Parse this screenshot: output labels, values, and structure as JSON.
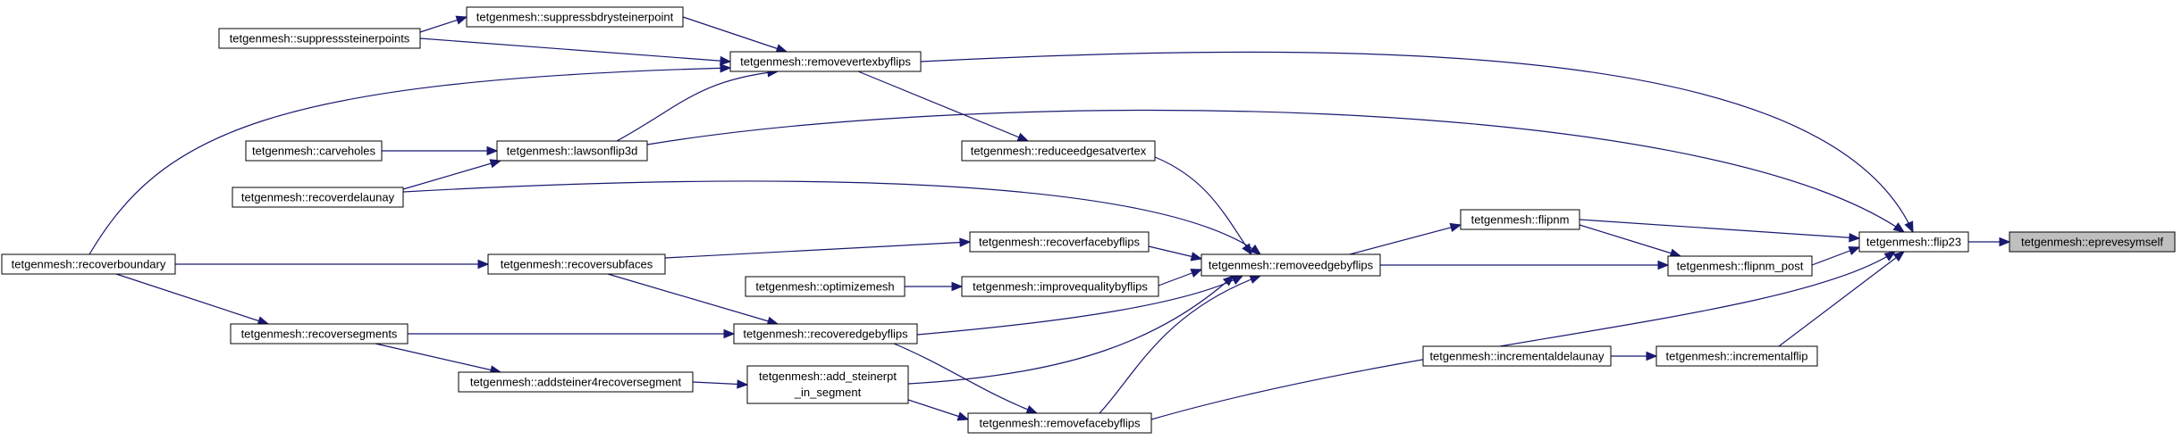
{
  "diagram": {
    "type": "call-graph",
    "colors": {
      "edge": "#191970",
      "root_fill": "#bfbfbf",
      "node_fill": "#ffffff",
      "node_border": "#000000"
    },
    "nodes": [
      {
        "id": "epreves",
        "label": "tetgenmesh::eprevesymself",
        "root": true
      },
      {
        "id": "flip23",
        "label": "tetgenmesh::flip23"
      },
      {
        "id": "flipnm",
        "label": "tetgenmesh::flipnm"
      },
      {
        "id": "flipnm_post",
        "label": "tetgenmesh::flipnm_post"
      },
      {
        "id": "incflip",
        "label": "tetgenmesh::incrementalflip"
      },
      {
        "id": "incdel",
        "label": "tetgenmesh::incrementaldelaunay"
      },
      {
        "id": "removeedge",
        "label": "tetgenmesh::removeedgebyflips"
      },
      {
        "id": "removevertex",
        "label": "tetgenmesh::removevertexbyflips"
      },
      {
        "id": "suppressbdry",
        "label": "tetgenmesh::suppressbdrysteinerpoint"
      },
      {
        "id": "suppresssteiner",
        "label": "tetgenmesh::suppresssteinerpoints"
      },
      {
        "id": "reduceedges",
        "label": "tetgenmesh::reduceedgesatvertex"
      },
      {
        "id": "lawson",
        "label": "tetgenmesh::lawsonflip3d"
      },
      {
        "id": "carveholes",
        "label": "tetgenmesh::carveholes"
      },
      {
        "id": "recoverdelaunay",
        "label": "tetgenmesh::recoverdelaunay"
      },
      {
        "id": "recoverface",
        "label": "tetgenmesh::recoverfacebyflips"
      },
      {
        "id": "recoversubfaces",
        "label": "tetgenmesh::recoversubfaces"
      },
      {
        "id": "recoverboundary",
        "label": "tetgenmesh::recoverboundary"
      },
      {
        "id": "optimizemesh",
        "label": "tetgenmesh::optimizemesh"
      },
      {
        "id": "improvequality",
        "label": "tetgenmesh::improvequalitybyflips"
      },
      {
        "id": "recoveredge",
        "label": "tetgenmesh::recoveredgebyflips"
      },
      {
        "id": "recoversegments",
        "label": "tetgenmesh::recoversegments"
      },
      {
        "id": "addsteiner4",
        "label": "tetgenmesh::addsteiner4recoversegment"
      },
      {
        "id": "addsteinerpt",
        "label": "tetgenmesh::add_steinerpt",
        "label2": "_in_segment"
      },
      {
        "id": "removeface",
        "label": "tetgenmesh::removefacebyflips"
      }
    ],
    "edges": [
      {
        "from": "flip23",
        "to": "epreves"
      },
      {
        "from": "removevertex",
        "to": "flip23"
      },
      {
        "from": "lawson",
        "to": "flip23"
      },
      {
        "from": "flipnm",
        "to": "flip23"
      },
      {
        "from": "flipnm_post",
        "to": "flip23"
      },
      {
        "from": "removeedge",
        "to": "flip23"
      },
      {
        "from": "removeface",
        "to": "flip23"
      },
      {
        "from": "incflip",
        "to": "flip23"
      },
      {
        "from": "removeedge",
        "to": "flipnm"
      },
      {
        "from": "flipnm",
        "to": "flipnm_post"
      },
      {
        "from": "removeedge",
        "to": "flipnm_post"
      },
      {
        "from": "incdel",
        "to": "incflip"
      },
      {
        "from": "reduceedges",
        "to": "removeedge"
      },
      {
        "from": "recoverdelaunay",
        "to": "removeedge"
      },
      {
        "from": "recoverface",
        "to": "removeedge"
      },
      {
        "from": "improvequality",
        "to": "removeedge"
      },
      {
        "from": "recoveredge",
        "to": "removeedge"
      },
      {
        "from": "addsteinerpt",
        "to": "removeedge"
      },
      {
        "from": "removeface",
        "to": "removeedge"
      },
      {
        "from": "removevertex",
        "to": "reduceedges"
      },
      {
        "from": "suppressbdry",
        "to": "removevertex"
      },
      {
        "from": "suppresssteiner",
        "to": "removevertex"
      },
      {
        "from": "lawson",
        "to": "removevertex"
      },
      {
        "from": "recoverboundary",
        "to": "removevertex"
      },
      {
        "from": "suppresssteiner",
        "to": "suppressbdry"
      },
      {
        "from": "carveholes",
        "to": "lawson"
      },
      {
        "from": "recoverdelaunay",
        "to": "lawson"
      },
      {
        "from": "recoversubfaces",
        "to": "recoverface"
      },
      {
        "from": "recoverboundary",
        "to": "recoversubfaces"
      },
      {
        "from": "optimizemesh",
        "to": "improvequality"
      },
      {
        "from": "recoversubfaces",
        "to": "recoveredge"
      },
      {
        "from": "recoversegments",
        "to": "recoveredge"
      },
      {
        "from": "recoverboundary",
        "to": "recoversegments"
      },
      {
        "from": "recoversegments",
        "to": "addsteiner4"
      },
      {
        "from": "addsteiner4",
        "to": "addsteinerpt"
      },
      {
        "from": "recoveredge",
        "to": "removeface"
      },
      {
        "from": "addsteinerpt",
        "to": "removeface"
      }
    ]
  }
}
